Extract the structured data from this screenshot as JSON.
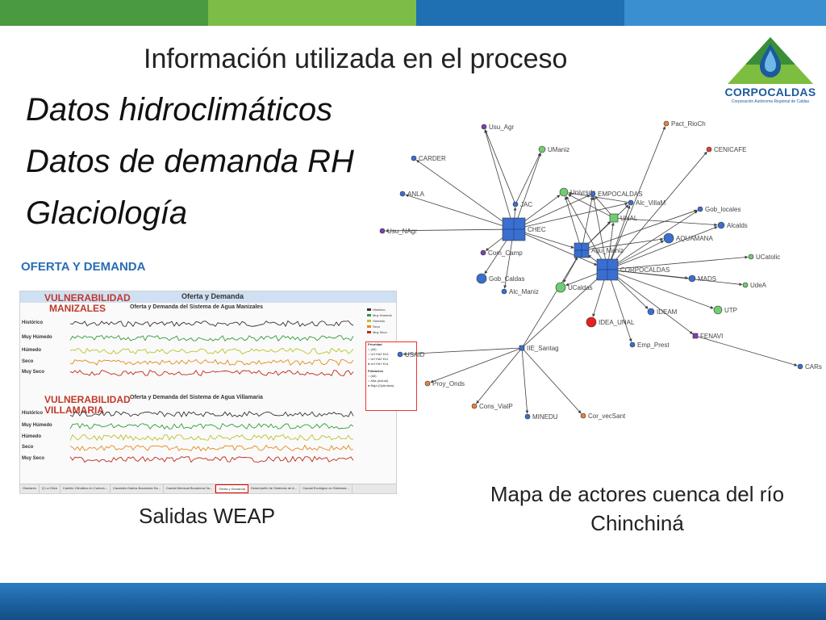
{
  "colors": {
    "top_bar": [
      "#4a9a3f",
      "#7cbd47",
      "#1f6fb3",
      "#3a8fd0"
    ],
    "bottom_bar": "#1b5f9f",
    "vulnerability_text": "#c0392b",
    "section_heading": "#2a6db5",
    "network_edge": "#404040"
  },
  "slide": {
    "title": "Información utilizada en el proceso",
    "bullets": [
      "Datos hidroclimáticos",
      "Datos de demanda RH",
      "Glaciología"
    ]
  },
  "logo": {
    "name": "CORPOCALDAS",
    "subtitle": "Corporación Autónoma Regional de Caldas"
  },
  "weap": {
    "section_heading": "OFERTA Y DEMANDA",
    "window_title": "Oferta y Demanda",
    "caption": "Salidas WEAP",
    "panels": [
      {
        "label_line1": "VULNERABILIDAD",
        "label_line2": "MANIZALES",
        "title": "Oferta y Demanda del Sistema de Agua Manizales",
        "rows": [
          "Histórico",
          "Muy Húmedo",
          "Húmedo",
          "Seco",
          "Muy Seco"
        ]
      },
      {
        "label_line1": "VULNERABILIDAD",
        "label_line2": "VILLAMARIA",
        "title": "Oferta y Demanda del Sistema de Agua Villamaria",
        "rows": [
          "Histórico",
          "Muy Húmedo",
          "Húmedo",
          "Seco",
          "Muy Seco"
        ]
      }
    ],
    "legend": [
      {
        "label": "Histórico",
        "color": "#333333"
      },
      {
        "label": "Muy Húmedo",
        "color": "#2e9d3a"
      },
      {
        "label": "Húmedo",
        "color": "#b8c42b"
      },
      {
        "label": "Seco",
        "color": "#e08a1e"
      },
      {
        "label": "Muy Seco",
        "color": "#c0281e"
      }
    ],
    "filter": {
      "group1": "Prioridad",
      "options1": [
        "(All)",
        "Urf HdZ Es3",
        "Urf HdZ Es1",
        "Urf HdY Es1"
      ],
      "group2": "Población",
      "options2": [
        "(All)",
        "Alta (Actual)",
        "Baja (Optimista)"
      ]
    },
    "tabs": [
      "Glaciares",
      "Q La Oliva",
      "Cambio Climático en Cuenca...",
      "Caudales Diarios Bocatoma Sa...",
      "Caudal Mensual Bocatoma Sa...",
      "Oferta y Demanda",
      "Desempeño de Sistemas de A...",
      "Caudal Ecológico en Sistemas..."
    ],
    "selected_tab": "Oferta y Demanda"
  },
  "network": {
    "caption": "Mapa de actores cuenca del río Chinchiná",
    "nodes": [
      {
        "label": "Usu_Agr",
        "color": "#7b3fb3"
      },
      {
        "label": "Pact_RioCh",
        "color": "#e8833a"
      },
      {
        "label": "CARDER",
        "color": "#3a6fd0"
      },
      {
        "label": "UManiz",
        "color": "#6fce6f"
      },
      {
        "label": "CENICAFE",
        "color": "#e83a3a"
      },
      {
        "label": "ANLA",
        "color": "#3a6fd0"
      },
      {
        "label": "JAC",
        "color": "#3a6fd0"
      },
      {
        "label": "Univrsds",
        "color": "#6fce6f"
      },
      {
        "label": "EMPOCALDAS",
        "color": "#3a6fd0"
      },
      {
        "label": "Alc_VillaM",
        "color": "#3a6fd0"
      },
      {
        "label": "Gob_locales",
        "color": "#3a6fd0"
      },
      {
        "label": "CHEC",
        "color": "#3a6fd0"
      },
      {
        "label": "UNAL",
        "color": "#6fce6f"
      },
      {
        "label": "Alcalds",
        "color": "#3a6fd0"
      },
      {
        "label": "Usu_NAgr",
        "color": "#7b3fb3"
      },
      {
        "label": "AQUAMANA",
        "color": "#3a6fd0"
      },
      {
        "label": "Agu_Maniz",
        "color": "#3a6fd0"
      },
      {
        "label": "Com_Camp",
        "color": "#7b3fb3"
      },
      {
        "label": "UCatolic",
        "color": "#6fce6f"
      },
      {
        "label": "CORPOCALDAS",
        "color": "#3a6fd0"
      },
      {
        "label": "Gob_Caldas",
        "color": "#3a6fd0"
      },
      {
        "label": "MADS",
        "color": "#3a6fd0"
      },
      {
        "label": "UCaldas",
        "color": "#6fce6f"
      },
      {
        "label": "UdeA",
        "color": "#6fce6f"
      },
      {
        "label": "Alc_Maniz",
        "color": "#3a6fd0"
      },
      {
        "label": "UTP",
        "color": "#6fce6f"
      },
      {
        "label": "IDEAM",
        "color": "#3a6fd0"
      },
      {
        "label": "IDEA_UNAL",
        "color": "#e82020"
      },
      {
        "label": "FENAVI",
        "color": "#7b3fb3"
      },
      {
        "label": "Emp_Prest",
        "color": "#3a6fd0"
      },
      {
        "label": "USAID",
        "color": "#3a6fd0"
      },
      {
        "label": "IIE_Santag",
        "color": "#3a6fd0"
      },
      {
        "label": "CARs",
        "color": "#3a6fd0"
      },
      {
        "label": "Proy_Onds",
        "color": "#e8833a"
      },
      {
        "label": "Cons_VialP",
        "color": "#e8833a"
      },
      {
        "label": "MINEDU",
        "color": "#3a6fd0"
      },
      {
        "label": "Cor_vecSant",
        "color": "#e8833a"
      }
    ]
  }
}
